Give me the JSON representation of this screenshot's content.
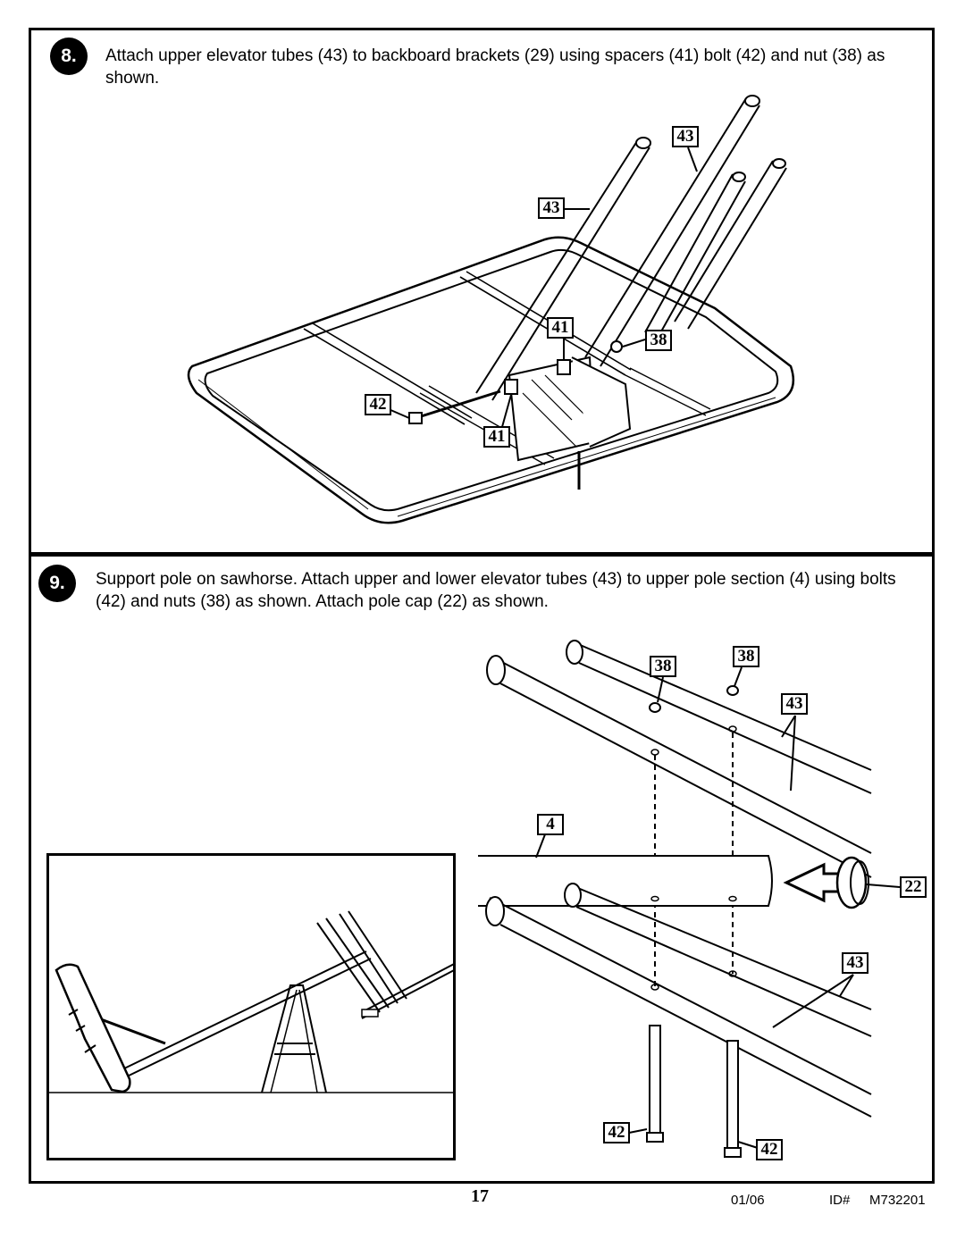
{
  "step8": {
    "number": "8.",
    "text": "Attach upper elevator tubes (43) to backboard brackets (29) using spacers (41) bolt (42) and nut (38) as shown.",
    "callouts": {
      "tube_a": "43",
      "tube_b": "43",
      "spacer_a": "41",
      "nut": "38",
      "bolt": "42",
      "spacer_b": "41"
    }
  },
  "step9": {
    "number": "9.",
    "text": "Support pole on sawhorse. Attach upper and lower elevator tubes (43) to upper pole section (4) using bolts (42) and nuts (38) as shown. Attach pole cap (22) as shown.",
    "callouts": {
      "nut_a": "38",
      "nut_b": "38",
      "tubes_upper": "43",
      "pole": "4",
      "cap": "22",
      "tubes_lower": "43",
      "bolt_a": "42",
      "bolt_b": "42"
    }
  },
  "footer": {
    "page_number": "17",
    "date": "01/06",
    "id_label": "ID#",
    "id_value": "M732201"
  }
}
